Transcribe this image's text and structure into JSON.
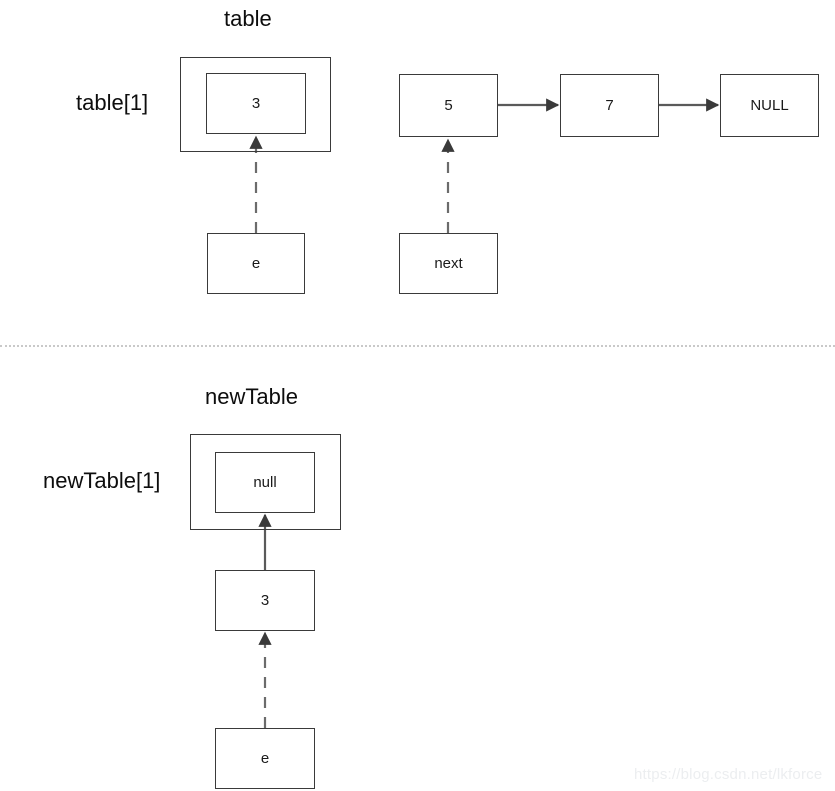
{
  "sections": {
    "top": {
      "title": "table",
      "row_label": "table[1]",
      "bucket_value": "3",
      "pointer_label": "e",
      "list": {
        "nodes": [
          "5",
          "7",
          "NULL"
        ],
        "pointer_label": "next"
      }
    },
    "bottom": {
      "title": "newTable",
      "row_label": "newTable[1]",
      "bucket_value": "null",
      "node_value": "3",
      "pointer_label": "e"
    }
  },
  "watermark": "https://blog.csdn.net/lkforce",
  "colors": {
    "stroke": "#3a3a3a",
    "text": "#1a1a1a",
    "divider": "#c9c9c9",
    "watermark": "#eceef0"
  }
}
